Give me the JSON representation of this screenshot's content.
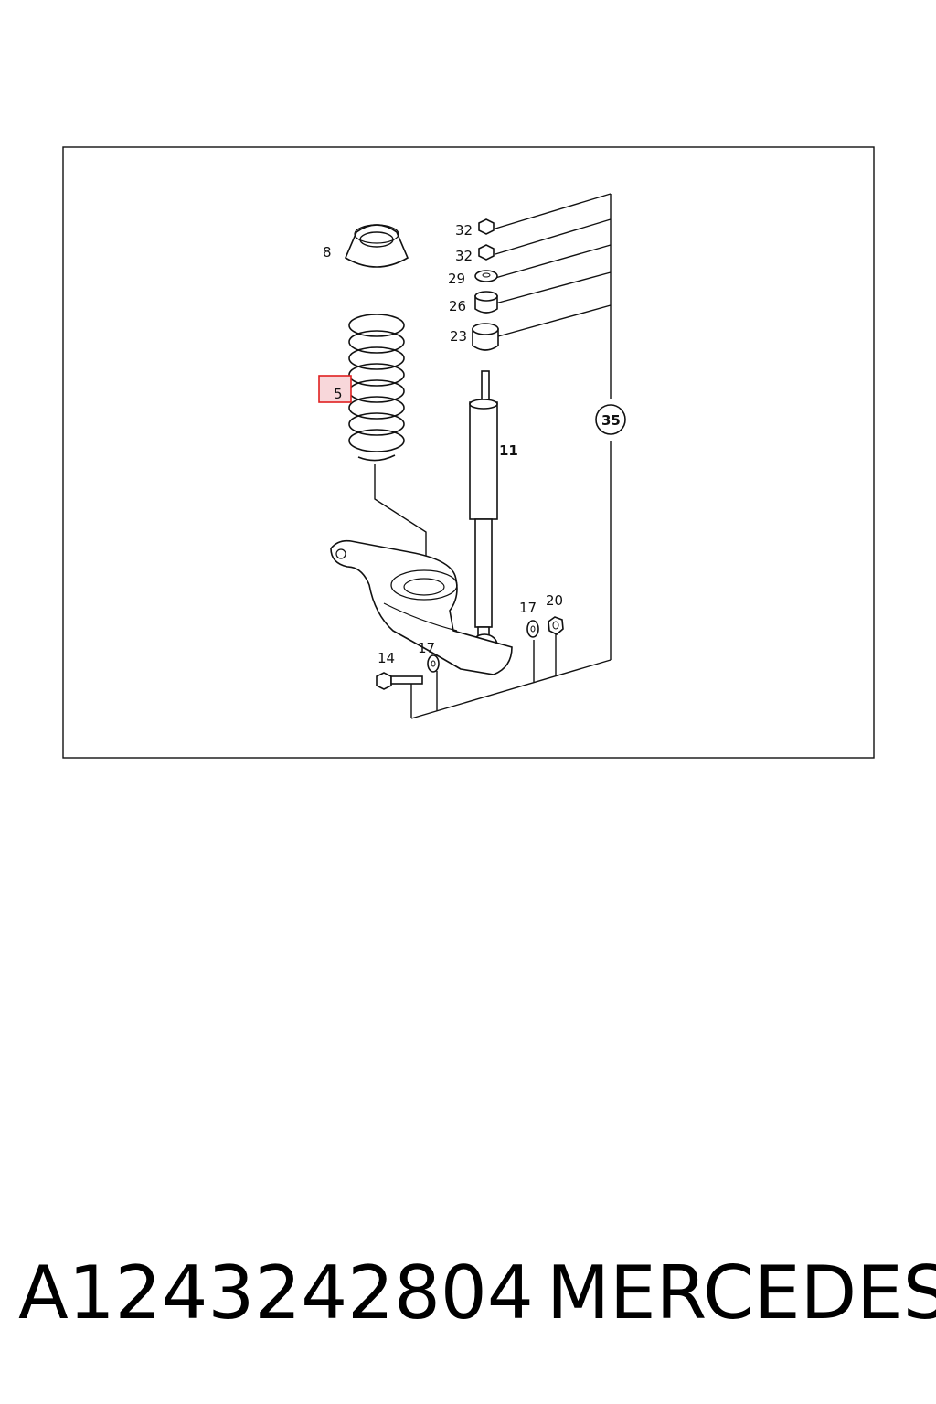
{
  "diagram": {
    "callouts": {
      "c8": "8",
      "c32a": "32",
      "c32b": "32",
      "c29": "29",
      "c26": "26",
      "c23": "23",
      "c5": "5",
      "c11": "11",
      "c35": "35",
      "c17a": "17",
      "c20": "20",
      "c14": "14",
      "c17b": "17"
    },
    "highlight_color": "#e02020",
    "highlight_fill": "#f8d7da",
    "highlighted_part": "5"
  },
  "footer": {
    "part_number": "A1243242804",
    "brand": "MERCEDES"
  }
}
